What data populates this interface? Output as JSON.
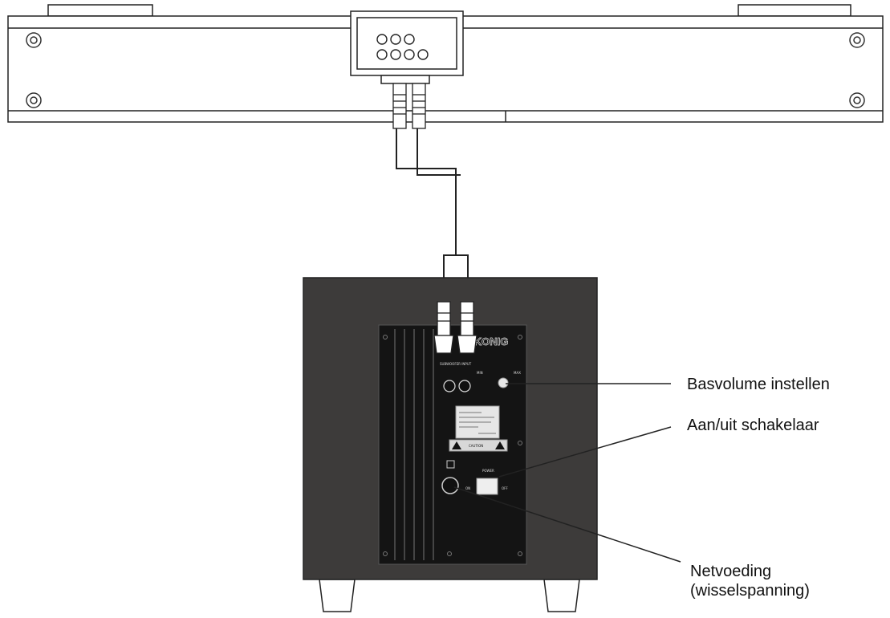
{
  "callouts": {
    "bass_volume": "Basvolume instellen",
    "power_switch": "Aan/uit schakelaar",
    "mains_line1": "Netvoeding",
    "mains_line2": "(wisselspanning)"
  },
  "panel": {
    "brand": "KONIG",
    "input_label": "SUBWOOFER INPUT",
    "min_label": "MIN",
    "max_label": "MAX",
    "on_label": "ON",
    "off_label": "OFF",
    "power_label": "POWER",
    "warning_label": "CAUTION"
  },
  "colors": {
    "line": "#222222",
    "cabinet": "#3d3b3a",
    "panel": "#141414"
  }
}
